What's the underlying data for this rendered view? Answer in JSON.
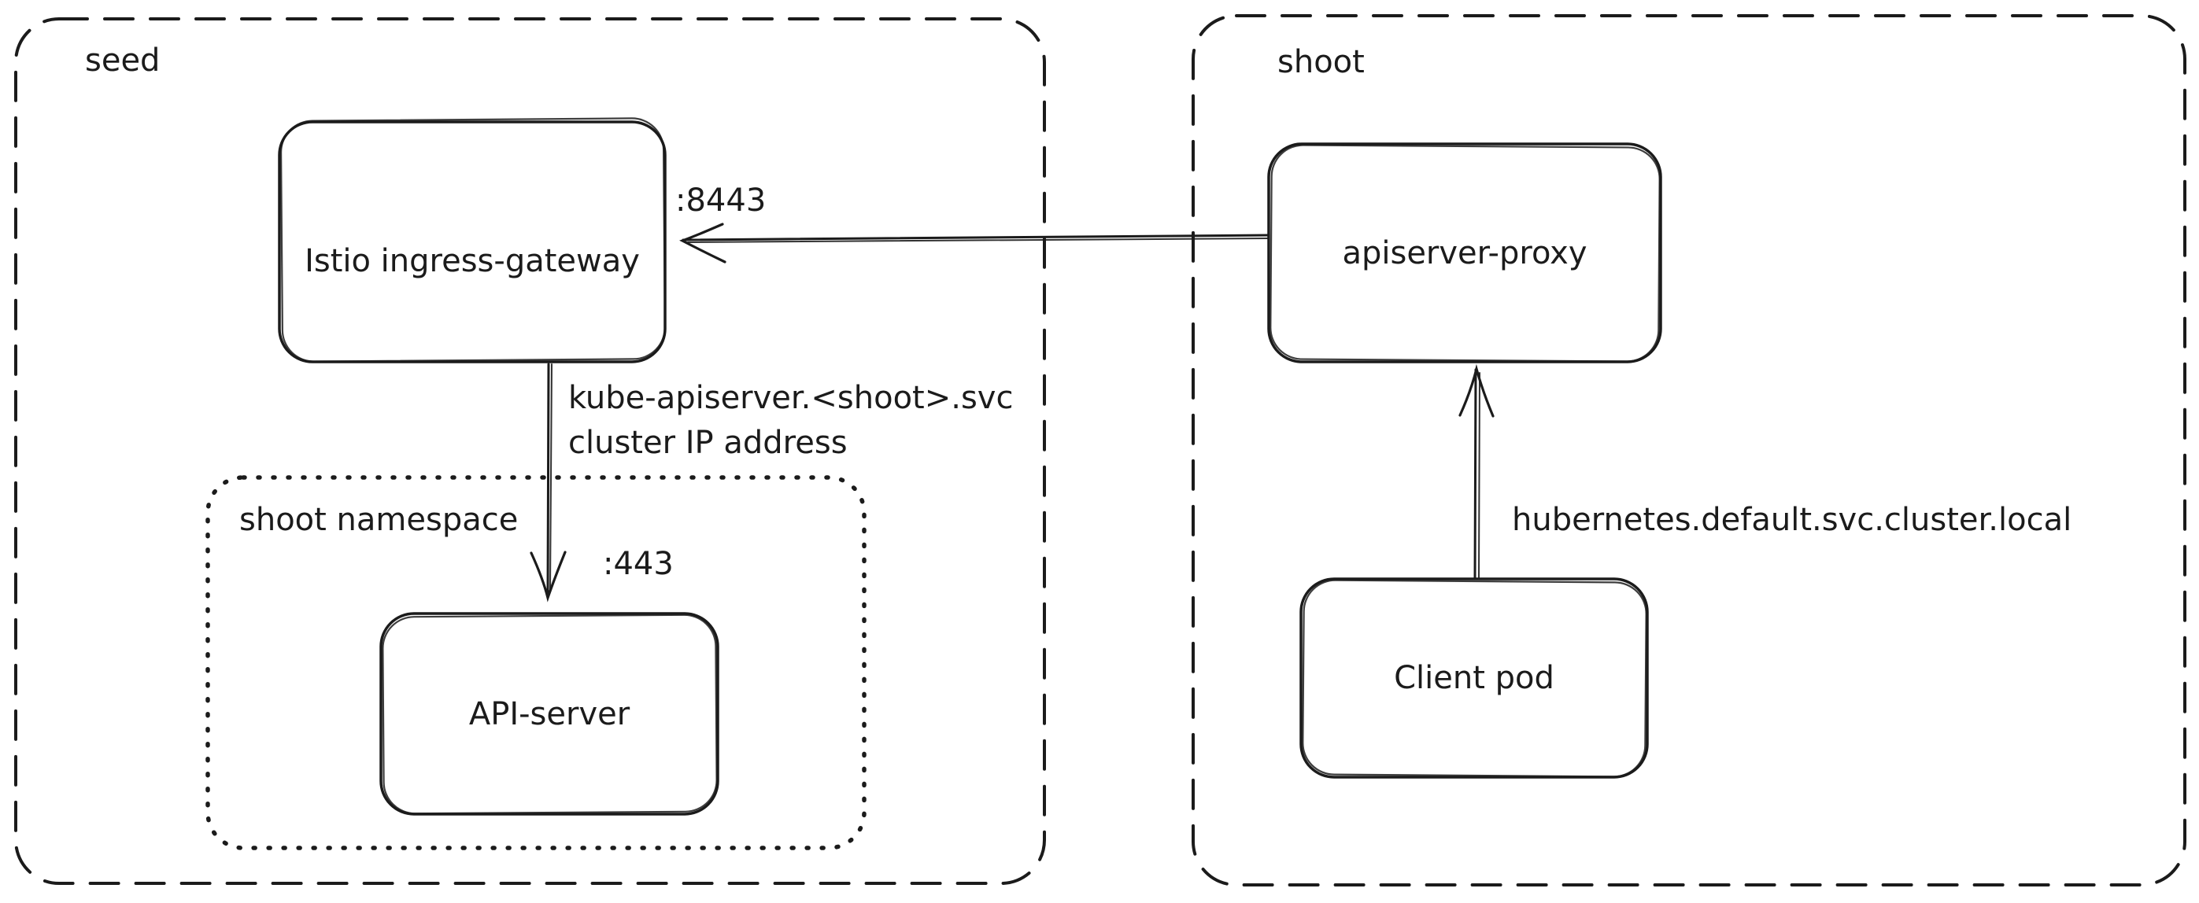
{
  "diagram": {
    "background_color": "#ffffff",
    "stroke_color": "#1b1b1b",
    "clusters": [
      {
        "id": "seed",
        "label": "seed"
      },
      {
        "id": "shoot",
        "label": "shoot"
      }
    ],
    "namespaces": [
      {
        "id": "shoot-namespace",
        "label": "shoot namespace",
        "cluster": "seed"
      }
    ],
    "nodes": [
      {
        "id": "istio-ingress-gateway",
        "label": "Istio ingress-gateway",
        "cluster": "seed"
      },
      {
        "id": "api-server",
        "label": "API-server",
        "cluster": "seed",
        "namespace": "shoot-namespace"
      },
      {
        "id": "apiserver-proxy",
        "label": "apiserver-proxy",
        "cluster": "shoot"
      },
      {
        "id": "client-pod",
        "label": "Client pod",
        "cluster": "shoot"
      }
    ],
    "edges": [
      {
        "id": "apiserver-proxy-to-istio",
        "from": "apiserver-proxy",
        "to": "istio-ingress-gateway",
        "port_label": ":8443"
      },
      {
        "id": "istio-to-api-server",
        "from": "istio-ingress-gateway",
        "to": "api-server",
        "label_line1": "kube-apiserver.<shoot>.svc",
        "label_line2": "cluster IP address",
        "port_label": ":443"
      },
      {
        "id": "client-pod-to-apiserver-proxy",
        "from": "client-pod",
        "to": "apiserver-proxy",
        "label": "hubernetes.default.svc.cluster.local"
      }
    ]
  }
}
